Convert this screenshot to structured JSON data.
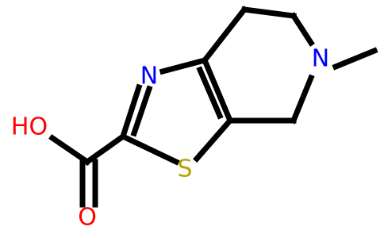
{
  "molecule": {
    "atoms": {
      "nitrogen_thiazole": "N",
      "sulfur": "S",
      "nitrogen_ring": "N",
      "hydroxyl": "HO",
      "carbonyl_oxygen": "O"
    },
    "colors": {
      "nitrogen": "#0000ff",
      "sulfur": "#b8a200",
      "oxygen": "#ff0000",
      "bond": "#000000",
      "background": "#ffffff"
    }
  }
}
